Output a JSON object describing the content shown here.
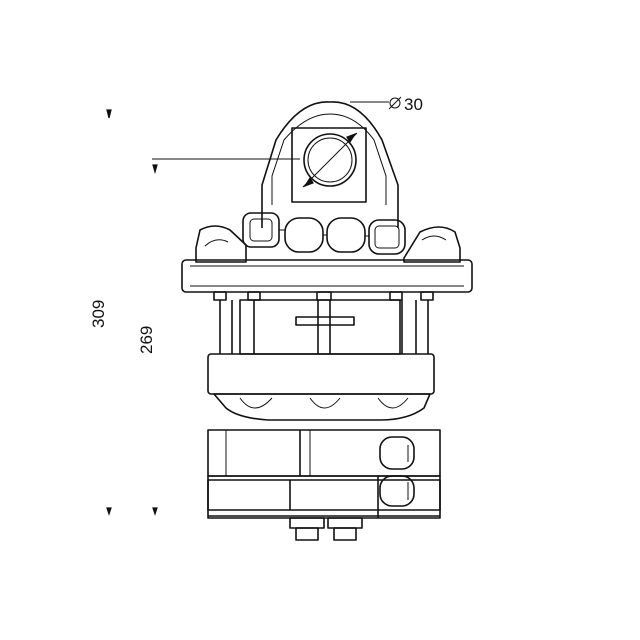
{
  "dimensions": {
    "diameter_label": "30",
    "total_height_label": "309",
    "body_height_label": "269"
  },
  "icons": {
    "diameter_symbol": "diameter-symbol-icon"
  }
}
